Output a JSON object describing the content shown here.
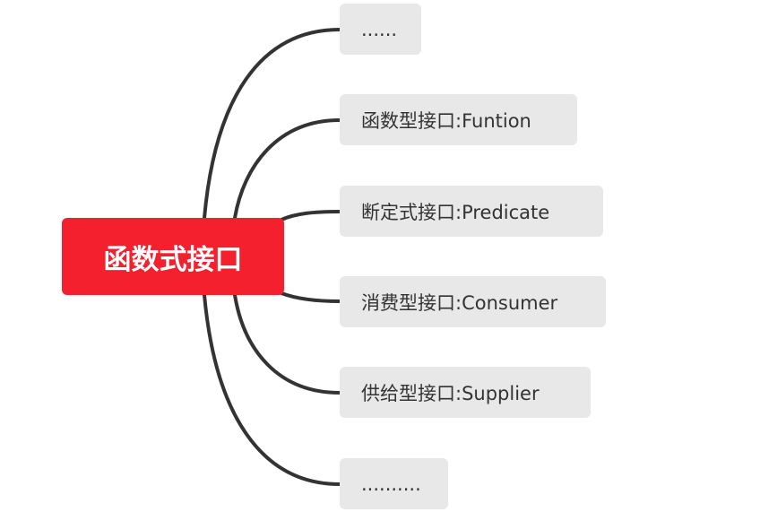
{
  "colors": {
    "root_fill": "#f5202e",
    "root_text": "#ffffff",
    "child_fill": "#e8e8e8",
    "child_text": "#333333",
    "connector": "#333333"
  },
  "root": {
    "label": "函数式接口"
  },
  "children": [
    {
      "label": "......"
    },
    {
      "label": "函数型接口:Funtion"
    },
    {
      "label": "断定式接口:Predicate"
    },
    {
      "label": "消费型接口:Consumer"
    },
    {
      "label": "供给型接口:Supplier"
    },
    {
      "label": ".........."
    }
  ]
}
